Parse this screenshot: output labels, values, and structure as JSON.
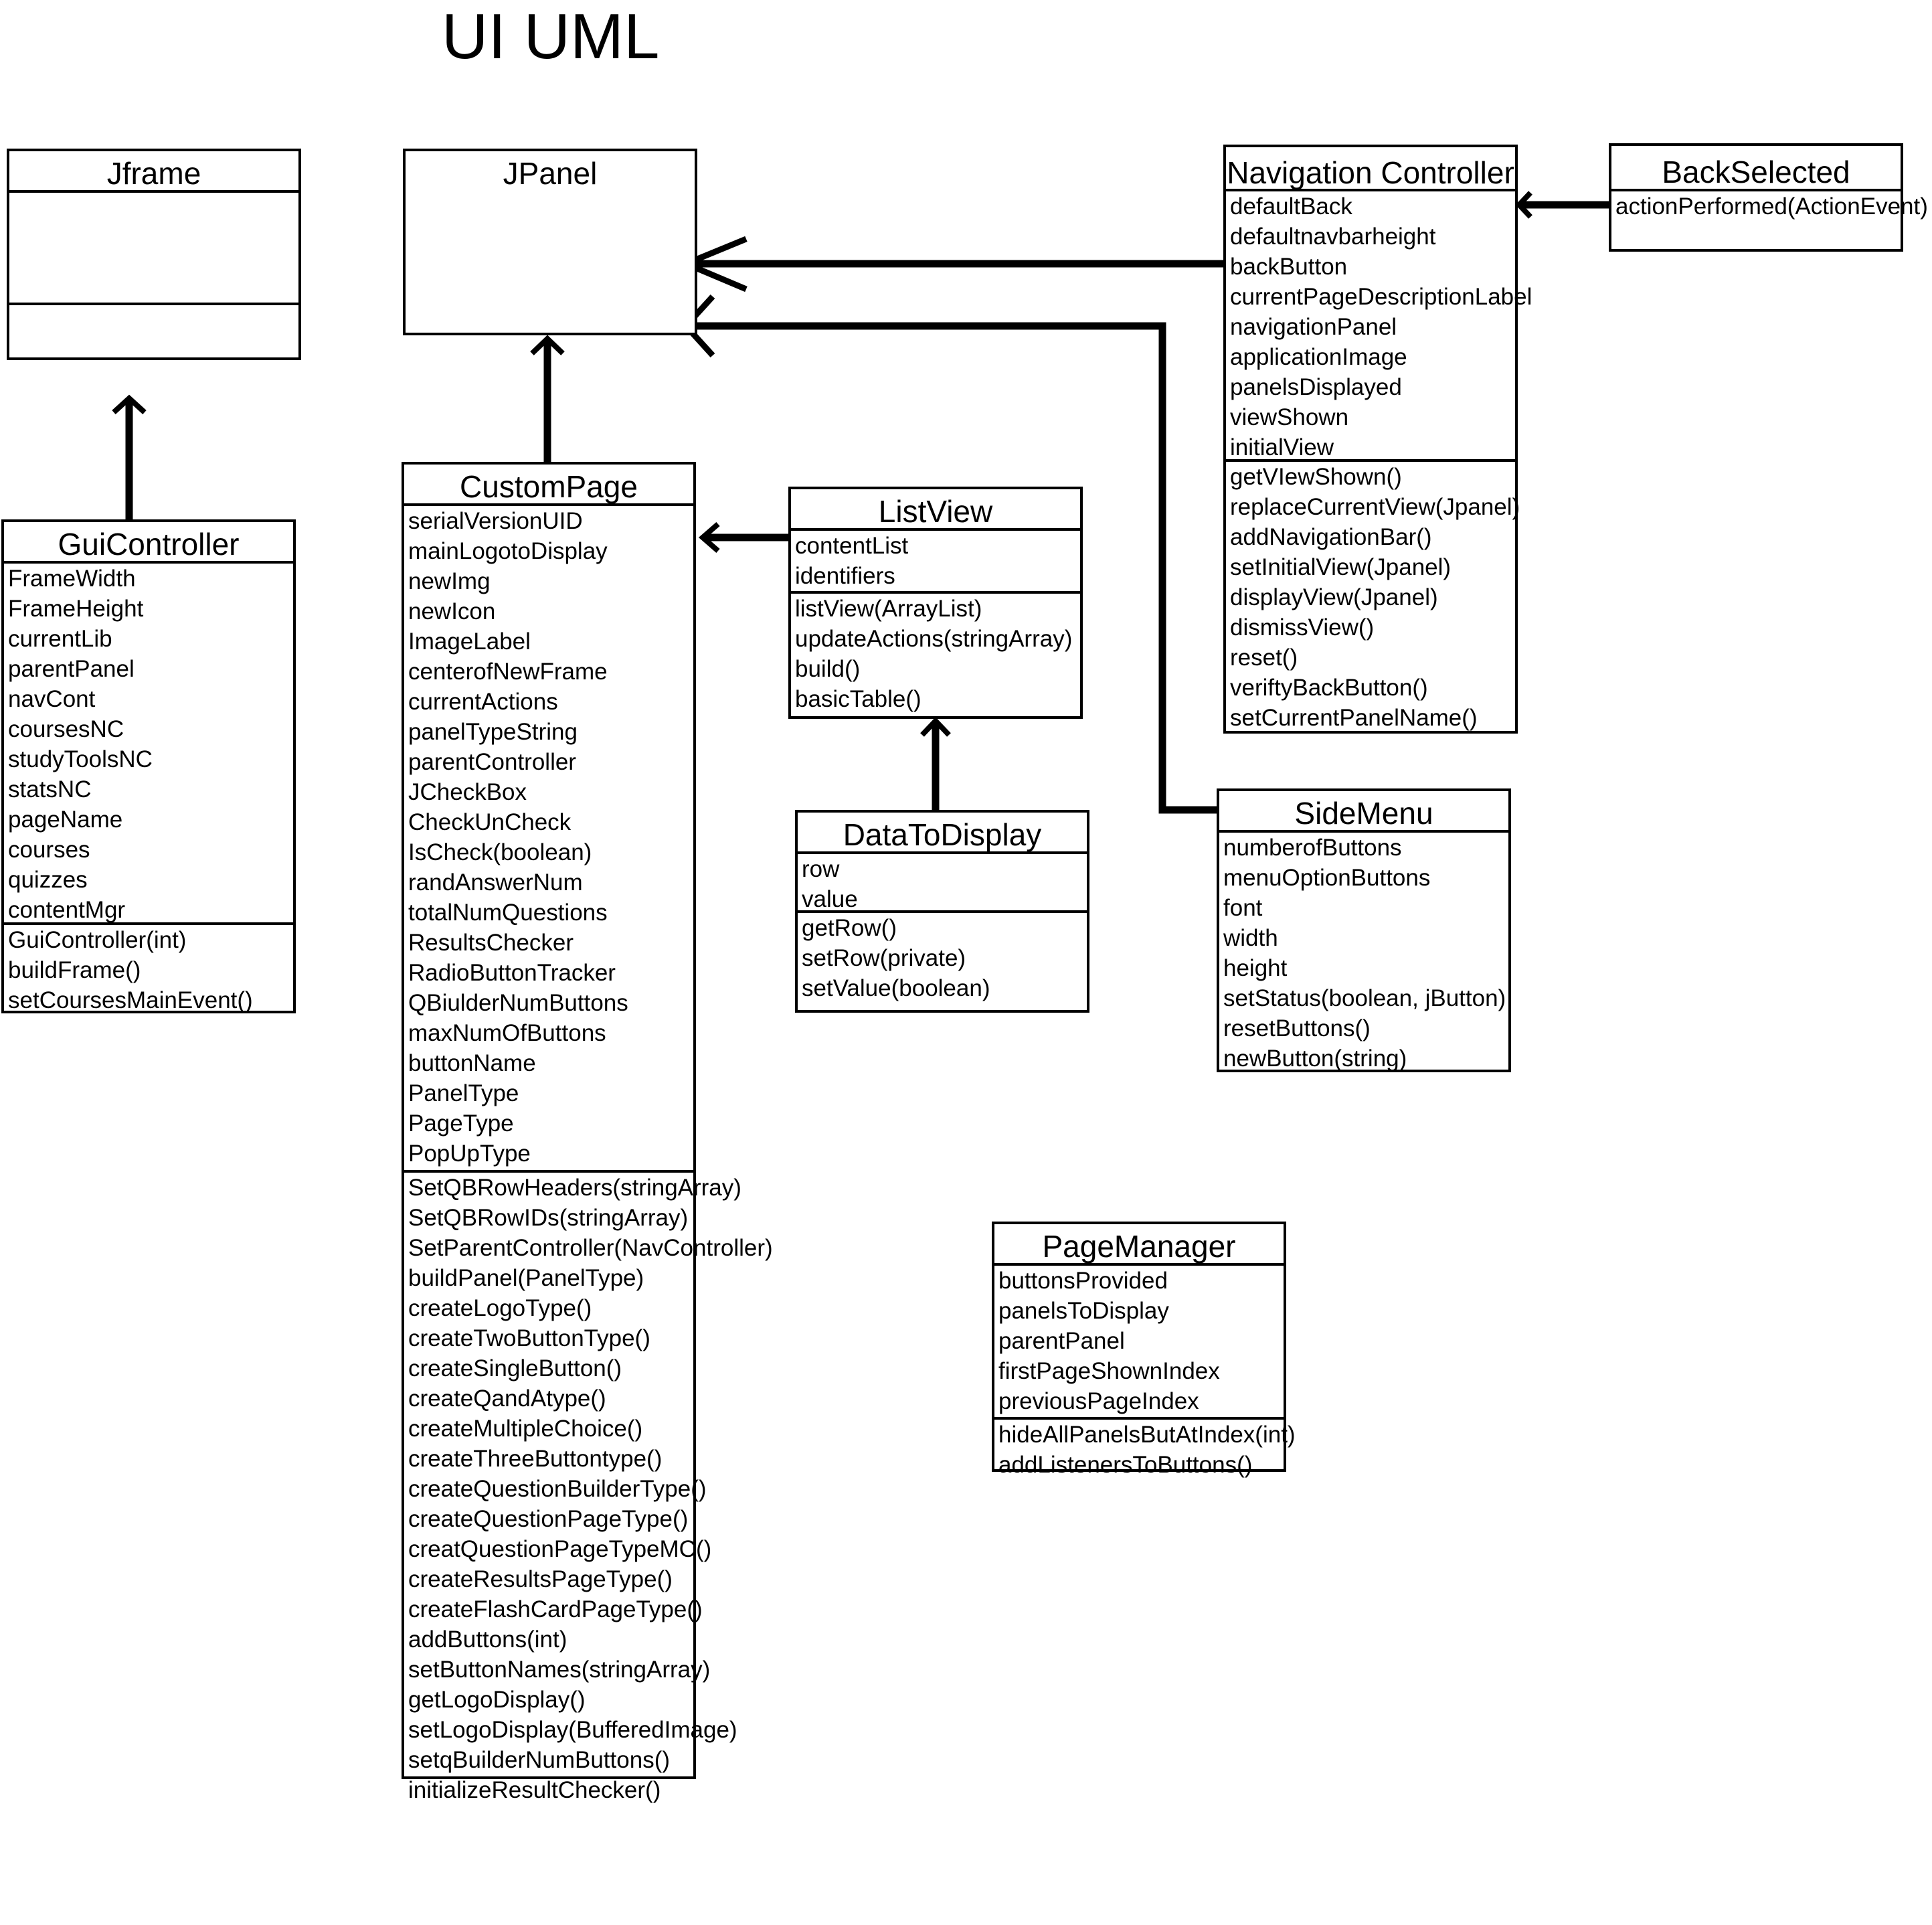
{
  "title": "UI UML",
  "classes": {
    "jframe": {
      "name": "Jframe",
      "attributes": [],
      "methods": []
    },
    "jpanel": {
      "name": "JPanel"
    },
    "gui_controller": {
      "name": "GuiController",
      "attributes": [
        "FrameWidth",
        "FrameHeight",
        "currentLib",
        "parentPanel",
        "navCont",
        "coursesNC",
        "studyToolsNC",
        "statsNC",
        "pageName",
        "courses",
        "quizzes",
        "contentMgr"
      ],
      "methods": [
        "GuiController(int)",
        "buildFrame()",
        "setCoursesMainEvent()"
      ]
    },
    "custom_page": {
      "name": "CustomPage",
      "attributes": [
        "serialVersionUID",
        "mainLogotoDisplay",
        "newImg",
        "newIcon",
        "ImageLabel",
        "centerofNewFrame",
        "currentActions",
        "panelTypeString",
        "parentController",
        "JCheckBox",
        "CheckUnCheck",
        "IsCheck(boolean)",
        "randAnswerNum",
        "totalNumQuestions",
        "ResultsChecker",
        "RadioButtonTracker",
        "QBiulderNumButtons",
        "maxNumOfButtons",
        "buttonName",
        "PanelType",
        "PageType",
        "PopUpType"
      ],
      "methods": [
        "SetQBRowHeaders(stringArray)",
        "SetQBRowIDs(stringArray)",
        "SetParentController(NavController)",
        "buildPanel(PanelType)",
        "createLogoType()",
        "createTwoButtonType()",
        "createSingleButton()",
        "createQandAtype()",
        "createMultipleChoice()",
        "createThreeButtontype()",
        "createQuestionBuilderType()",
        "createQuestionPageType()",
        "creatQuestionPageTypeMC()",
        "createResultsPageType()",
        "createFlashCardPageType()",
        "addButtons(int)",
        "setButtonNames(stringArray)",
        "getLogoDisplay()",
        "setLogoDisplay(BufferedImage)",
        "setqBuilderNumButtons()",
        "initializeResultChecker()"
      ]
    },
    "list_view": {
      "name": "ListView",
      "attributes": [
        "contentList",
        "identifiers"
      ],
      "methods": [
        "listView(ArrayList)",
        "updateActions(stringArray)",
        "build()",
        "basicTable()"
      ]
    },
    "data_to_display": {
      "name": "DataToDisplay",
      "attributes": [
        "row",
        "value"
      ],
      "methods": [
        "getRow()",
        "setRow(private)",
        "setValue(boolean)"
      ]
    },
    "navigation_controller": {
      "name": "Navigation Controller",
      "attributes": [
        "defaultBack",
        "defaultnavbarheight",
        "backButton",
        "currentPageDescriptionLabel",
        "navigationPanel",
        "applicationImage",
        "panelsDisplayed",
        "viewShown",
        "initialView"
      ],
      "methods": [
        "getVIewShown()",
        "replaceCurrentView(Jpanel)",
        "addNavigationBar()",
        "setInitialView(Jpanel)",
        "displayView(Jpanel)",
        "dismissView()",
        "reset()",
        "veriftyBackButton()",
        "setCurrentPanelName()"
      ]
    },
    "back_selected": {
      "name": "BackSelected",
      "methods": [
        "actionPerformed(ActionEvent)"
      ]
    },
    "side_menu": {
      "name": "SideMenu",
      "attributes": [
        "numberofButtons",
        "menuOptionButtons",
        "font",
        "width",
        "height",
        "setStatus(boolean, jButton)",
        "resetButtons()",
        "newButton(string)"
      ]
    },
    "page_manager": {
      "name": "PageManager",
      "attributes": [
        "buttonsProvided",
        "panelsToDisplay",
        "parentPanel",
        "firstPageShownIndex",
        "previousPageIndex"
      ],
      "methods": [
        "hideAllPanelsButAtIndex(int)",
        "addListenersToButtons()"
      ]
    }
  }
}
